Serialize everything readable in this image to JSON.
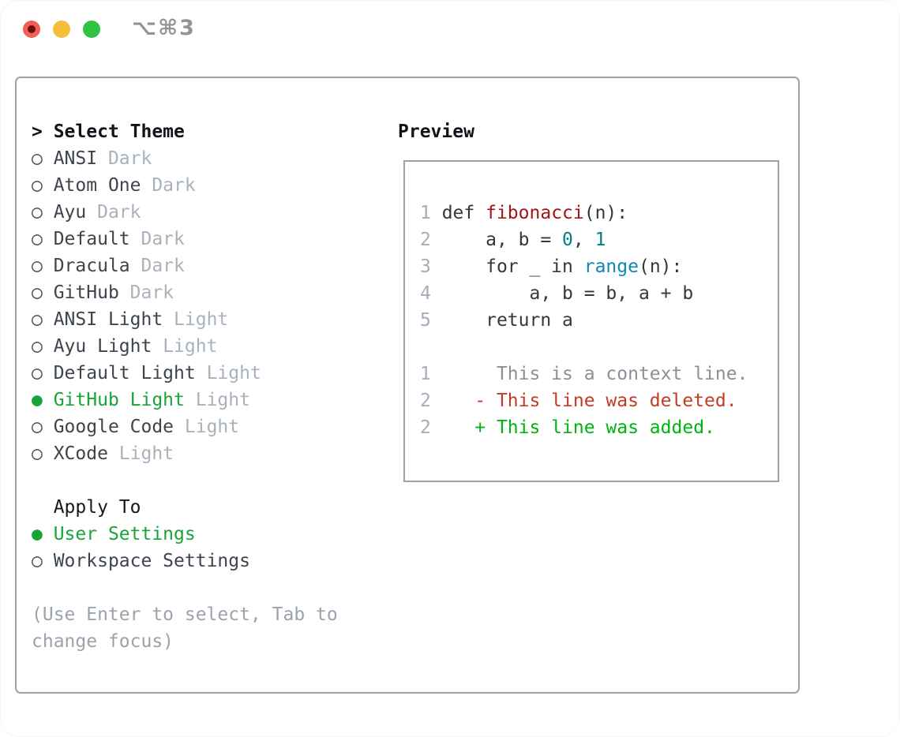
{
  "window": {
    "title": "⌥⌘3"
  },
  "colors": {
    "header": "#101419",
    "name": "#3d444d",
    "tag": "#a9b2bc",
    "circle": "#3d444d",
    "green": "#17a53a",
    "applyHeader": "#15181c",
    "help": "#9aa3ad",
    "num": "#a4adba",
    "code": "#33383d",
    "func": "#a31515",
    "number": "#008080",
    "builtin": "#0c87b8",
    "ctx": "#8a9097",
    "del": "#c43b25",
    "add": "#00b40e"
  },
  "left": {
    "lines": [
      {
        "name": "menu-header-select-theme",
        "i": false,
        "seg": [
          {
            "t": "> ",
            "c": "header",
            "b": true,
            "n": "prompt-arrow-icon"
          },
          {
            "t": "Select Theme",
            "c": "header",
            "b": true
          }
        ]
      },
      {
        "name": "theme-option-ansi-dark",
        "i": true,
        "seg": [
          {
            "t": "○ ",
            "c": "circle",
            "n": "radio-unselected-icon"
          },
          {
            "t": "ANSI ",
            "c": "name"
          },
          {
            "t": "Dark",
            "c": "tag"
          }
        ]
      },
      {
        "name": "theme-option-atom-one-dark",
        "i": true,
        "seg": [
          {
            "t": "○ ",
            "c": "circle",
            "n": "radio-unselected-icon"
          },
          {
            "t": "Atom One ",
            "c": "name"
          },
          {
            "t": "Dark",
            "c": "tag"
          }
        ]
      },
      {
        "name": "theme-option-ayu-dark",
        "i": true,
        "seg": [
          {
            "t": "○ ",
            "c": "circle",
            "n": "radio-unselected-icon"
          },
          {
            "t": "Ayu ",
            "c": "name"
          },
          {
            "t": "Dark",
            "c": "tag"
          }
        ]
      },
      {
        "name": "theme-option-default-dark",
        "i": true,
        "seg": [
          {
            "t": "○ ",
            "c": "circle",
            "n": "radio-unselected-icon"
          },
          {
            "t": "Default ",
            "c": "name"
          },
          {
            "t": "Dark",
            "c": "tag"
          }
        ]
      },
      {
        "name": "theme-option-dracula-dark",
        "i": true,
        "seg": [
          {
            "t": "○ ",
            "c": "circle",
            "n": "radio-unselected-icon"
          },
          {
            "t": "Dracula ",
            "c": "name"
          },
          {
            "t": "Dark",
            "c": "tag"
          }
        ]
      },
      {
        "name": "theme-option-github-dark",
        "i": true,
        "seg": [
          {
            "t": "○ ",
            "c": "circle",
            "n": "radio-unselected-icon"
          },
          {
            "t": "GitHub ",
            "c": "name"
          },
          {
            "t": "Dark",
            "c": "tag"
          }
        ]
      },
      {
        "name": "theme-option-ansi-light",
        "i": true,
        "seg": [
          {
            "t": "○ ",
            "c": "circle",
            "n": "radio-unselected-icon"
          },
          {
            "t": "ANSI Light ",
            "c": "name"
          },
          {
            "t": "Light",
            "c": "tag"
          }
        ]
      },
      {
        "name": "theme-option-ayu-light",
        "i": true,
        "seg": [
          {
            "t": "○ ",
            "c": "circle",
            "n": "radio-unselected-icon"
          },
          {
            "t": "Ayu Light ",
            "c": "name"
          },
          {
            "t": "Light",
            "c": "tag"
          }
        ]
      },
      {
        "name": "theme-option-default-light",
        "i": true,
        "seg": [
          {
            "t": "○ ",
            "c": "circle",
            "n": "radio-unselected-icon"
          },
          {
            "t": "Default Light ",
            "c": "name"
          },
          {
            "t": "Light",
            "c": "tag"
          }
        ]
      },
      {
        "name": "theme-option-github-light",
        "i": true,
        "seg": [
          {
            "t": "● ",
            "c": "green",
            "n": "radio-selected-icon"
          },
          {
            "t": "GitHub Light ",
            "c": "green"
          },
          {
            "t": "Light",
            "c": "tag"
          }
        ]
      },
      {
        "name": "theme-option-google-code-light",
        "i": true,
        "seg": [
          {
            "t": "○ ",
            "c": "circle",
            "n": "radio-unselected-icon"
          },
          {
            "t": "Google Code ",
            "c": "name"
          },
          {
            "t": "Light",
            "c": "tag"
          }
        ]
      },
      {
        "name": "theme-option-xcode-light",
        "i": true,
        "seg": [
          {
            "t": "○ ",
            "c": "circle",
            "n": "radio-unselected-icon"
          },
          {
            "t": "XCode ",
            "c": "name"
          },
          {
            "t": "Light",
            "c": "tag"
          }
        ]
      },
      {
        "name": "spacer",
        "i": false,
        "seg": []
      },
      {
        "name": "menu-header-apply-to",
        "i": false,
        "seg": [
          {
            "t": "  Apply To",
            "c": "applyHeader"
          }
        ]
      },
      {
        "name": "apply-option-user-settings",
        "i": true,
        "seg": [
          {
            "t": "● ",
            "c": "green",
            "n": "radio-selected-icon"
          },
          {
            "t": "User Settings",
            "c": "green"
          }
        ]
      },
      {
        "name": "apply-option-workspace-settings",
        "i": true,
        "seg": [
          {
            "t": "○ ",
            "c": "circle",
            "n": "radio-unselected-icon"
          },
          {
            "t": "Workspace Settings",
            "c": "name"
          }
        ]
      },
      {
        "name": "spacer",
        "i": false,
        "seg": []
      },
      {
        "name": "help-text-line-1",
        "i": false,
        "seg": [
          {
            "t": "(Use Enter to select, Tab to",
            "c": "help"
          }
        ]
      },
      {
        "name": "help-text-line-2",
        "i": false,
        "seg": [
          {
            "t": "change focus)",
            "c": "help"
          }
        ]
      }
    ]
  },
  "preview": {
    "title": "Preview",
    "lines": [
      {
        "name": "code-line-1",
        "i": false,
        "seg": [
          {
            "t": "1",
            "c": "num"
          },
          {
            "t": " def ",
            "c": "code"
          },
          {
            "t": "fibonacci",
            "c": "func"
          },
          {
            "t": "(n):",
            "c": "code"
          }
        ]
      },
      {
        "name": "code-line-2",
        "i": false,
        "seg": [
          {
            "t": "2",
            "c": "num"
          },
          {
            "t": "     a, b = ",
            "c": "code"
          },
          {
            "t": "0",
            "c": "number"
          },
          {
            "t": ", ",
            "c": "code"
          },
          {
            "t": "1",
            "c": "number"
          }
        ]
      },
      {
        "name": "code-line-3",
        "i": false,
        "seg": [
          {
            "t": "3",
            "c": "num"
          },
          {
            "t": "     for _ in ",
            "c": "code"
          },
          {
            "t": "range",
            "c": "builtin"
          },
          {
            "t": "(n):",
            "c": "code"
          }
        ]
      },
      {
        "name": "code-line-4",
        "i": false,
        "seg": [
          {
            "t": "4",
            "c": "num"
          },
          {
            "t": "         a, b = b, a + b",
            "c": "code"
          }
        ]
      },
      {
        "name": "code-line-5",
        "i": false,
        "seg": [
          {
            "t": "5",
            "c": "num"
          },
          {
            "t": "     return a",
            "c": "code"
          }
        ]
      },
      {
        "name": "spacer",
        "i": false,
        "seg": []
      },
      {
        "name": "diff-context-line",
        "i": false,
        "seg": [
          {
            "t": "1",
            "c": "num"
          },
          {
            "t": "      This is a context line.",
            "c": "ctx"
          }
        ]
      },
      {
        "name": "diff-deleted-line",
        "i": false,
        "seg": [
          {
            "t": "2",
            "c": "num"
          },
          {
            "t": "    ",
            "c": "code"
          },
          {
            "t": "- This line was deleted.",
            "c": "del"
          }
        ]
      },
      {
        "name": "diff-added-line",
        "i": false,
        "seg": [
          {
            "t": "2",
            "c": "num"
          },
          {
            "t": "    ",
            "c": "code"
          },
          {
            "t": "+ This line was added.",
            "c": "add"
          }
        ]
      }
    ]
  }
}
